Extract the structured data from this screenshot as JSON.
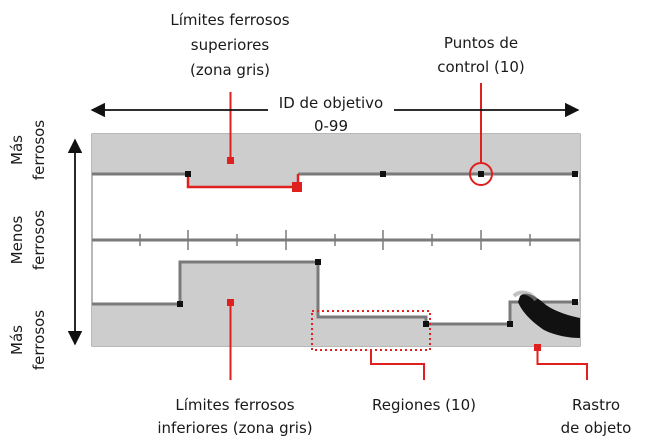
{
  "labels": {
    "upper_limits": [
      "Límites ferrosos",
      "superiores",
      "(zona gris)"
    ],
    "control_points": [
      "Puntos de",
      "control (10)"
    ],
    "target_id": [
      "ID de objetivo",
      "0-99"
    ],
    "lower_limits": [
      "Límites ferrosos",
      "inferiores (zona gris)"
    ],
    "regions": "Regiones (10)",
    "target_trace": [
      "Rastro",
      "de objeto"
    ],
    "side_top": [
      "Más",
      "ferrosos"
    ],
    "side_middle": [
      "Menos",
      "ferrosos"
    ],
    "side_bottom": [
      "Más",
      "ferrosos"
    ]
  },
  "colors": {
    "accent_red": "#e0201e",
    "zone_gray": "#cdcdcd",
    "line_gray": "#7a7a7a",
    "text": "#1a1a1a"
  }
}
